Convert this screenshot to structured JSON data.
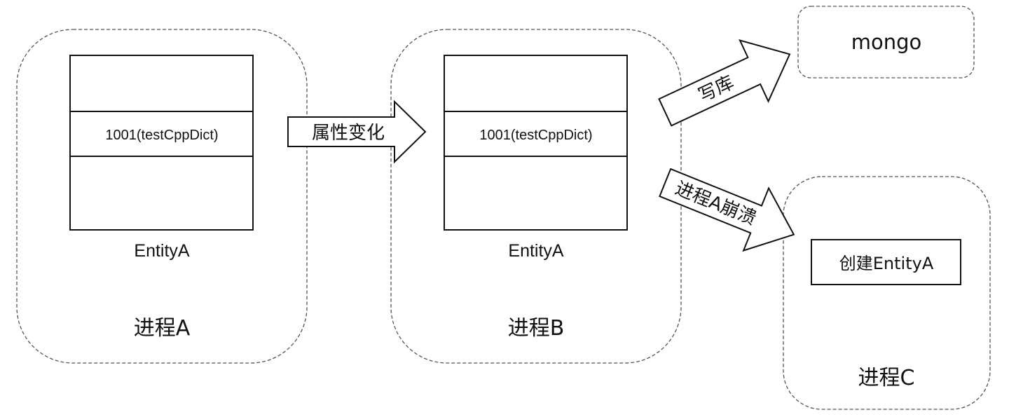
{
  "processes": {
    "a": {
      "label": "进程A",
      "entity": {
        "field": "1001(testCppDict)",
        "name": "EntityA"
      }
    },
    "b": {
      "label": "进程B",
      "entity": {
        "field": "1001(testCppDict)",
        "name": "EntityA"
      }
    },
    "c": {
      "label": "进程C",
      "create_label": "创建EntityA"
    }
  },
  "storage": {
    "label": "mongo"
  },
  "arrows": {
    "attr_change": "属性变化",
    "write_db": "写库",
    "crash": "进程A崩溃"
  }
}
